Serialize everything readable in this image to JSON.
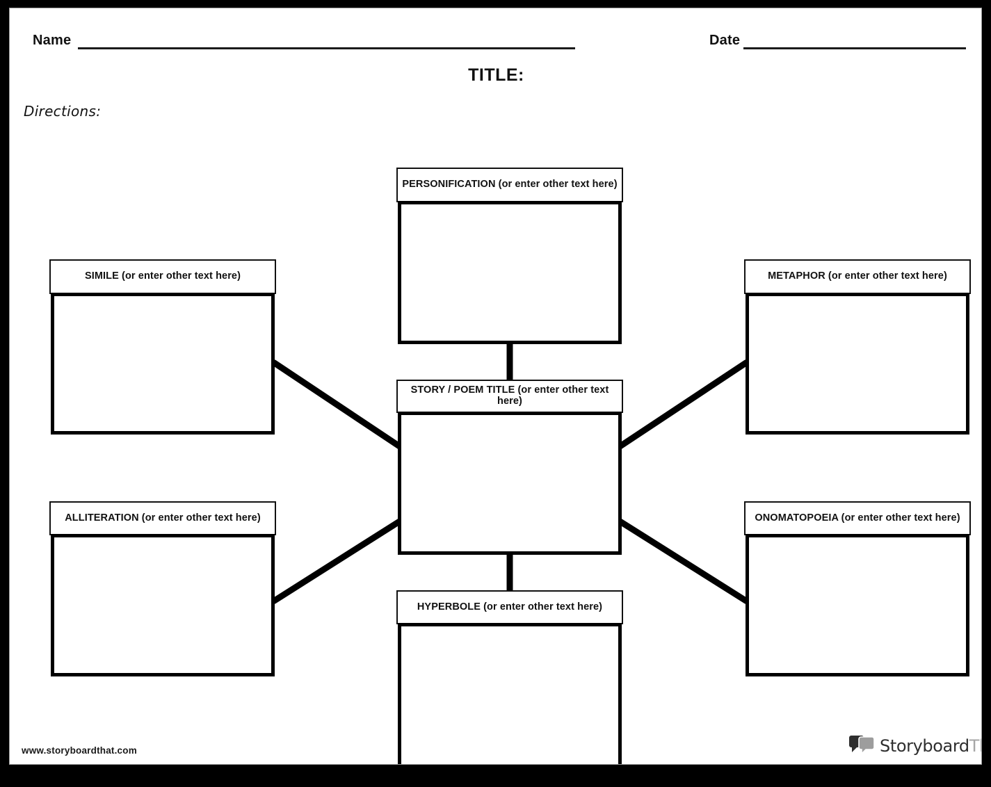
{
  "page": {
    "title": "TITLE:",
    "name_label": "Name",
    "date_label": "Date",
    "name_value": "",
    "date_value": "",
    "directions_label": "Directions:",
    "directions_value": ""
  },
  "diagram": {
    "type": "spider-map",
    "center": {
      "id": "story-poem-title",
      "caption": "STORY / POEM TITLE (or enter other text here)",
      "body_text": ""
    },
    "nodes": [
      {
        "id": "personification",
        "caption": "PERSONIFICATION (or enter other text here)",
        "body_text": "",
        "position": "top-center"
      },
      {
        "id": "simile",
        "caption": "SIMILE (or enter other text here)",
        "body_text": "",
        "position": "left-upper"
      },
      {
        "id": "metaphor",
        "caption": "METAPHOR (or enter other text here)",
        "body_text": "",
        "position": "right-upper"
      },
      {
        "id": "alliteration",
        "caption": "ALLITERATION (or enter other text here)",
        "body_text": "",
        "position": "left-lower"
      },
      {
        "id": "onomatopoeia",
        "caption": "ONOMATOPOEIA (or enter other text here)",
        "body_text": "",
        "position": "right-lower"
      },
      {
        "id": "hyperbole",
        "caption": "HYPERBOLE (or enter other text here)",
        "body_text": "",
        "position": "bottom-center"
      }
    ]
  },
  "footer": {
    "url": "www.storyboardthat.com",
    "logo_primary": "Storyboard",
    "logo_secondary": "That"
  },
  "colors": {
    "frame": "#000000",
    "page": "#ffffff",
    "ink": "#111111",
    "logo_dark": "#2e2e2e",
    "logo_gray": "#a6a6a6"
  }
}
